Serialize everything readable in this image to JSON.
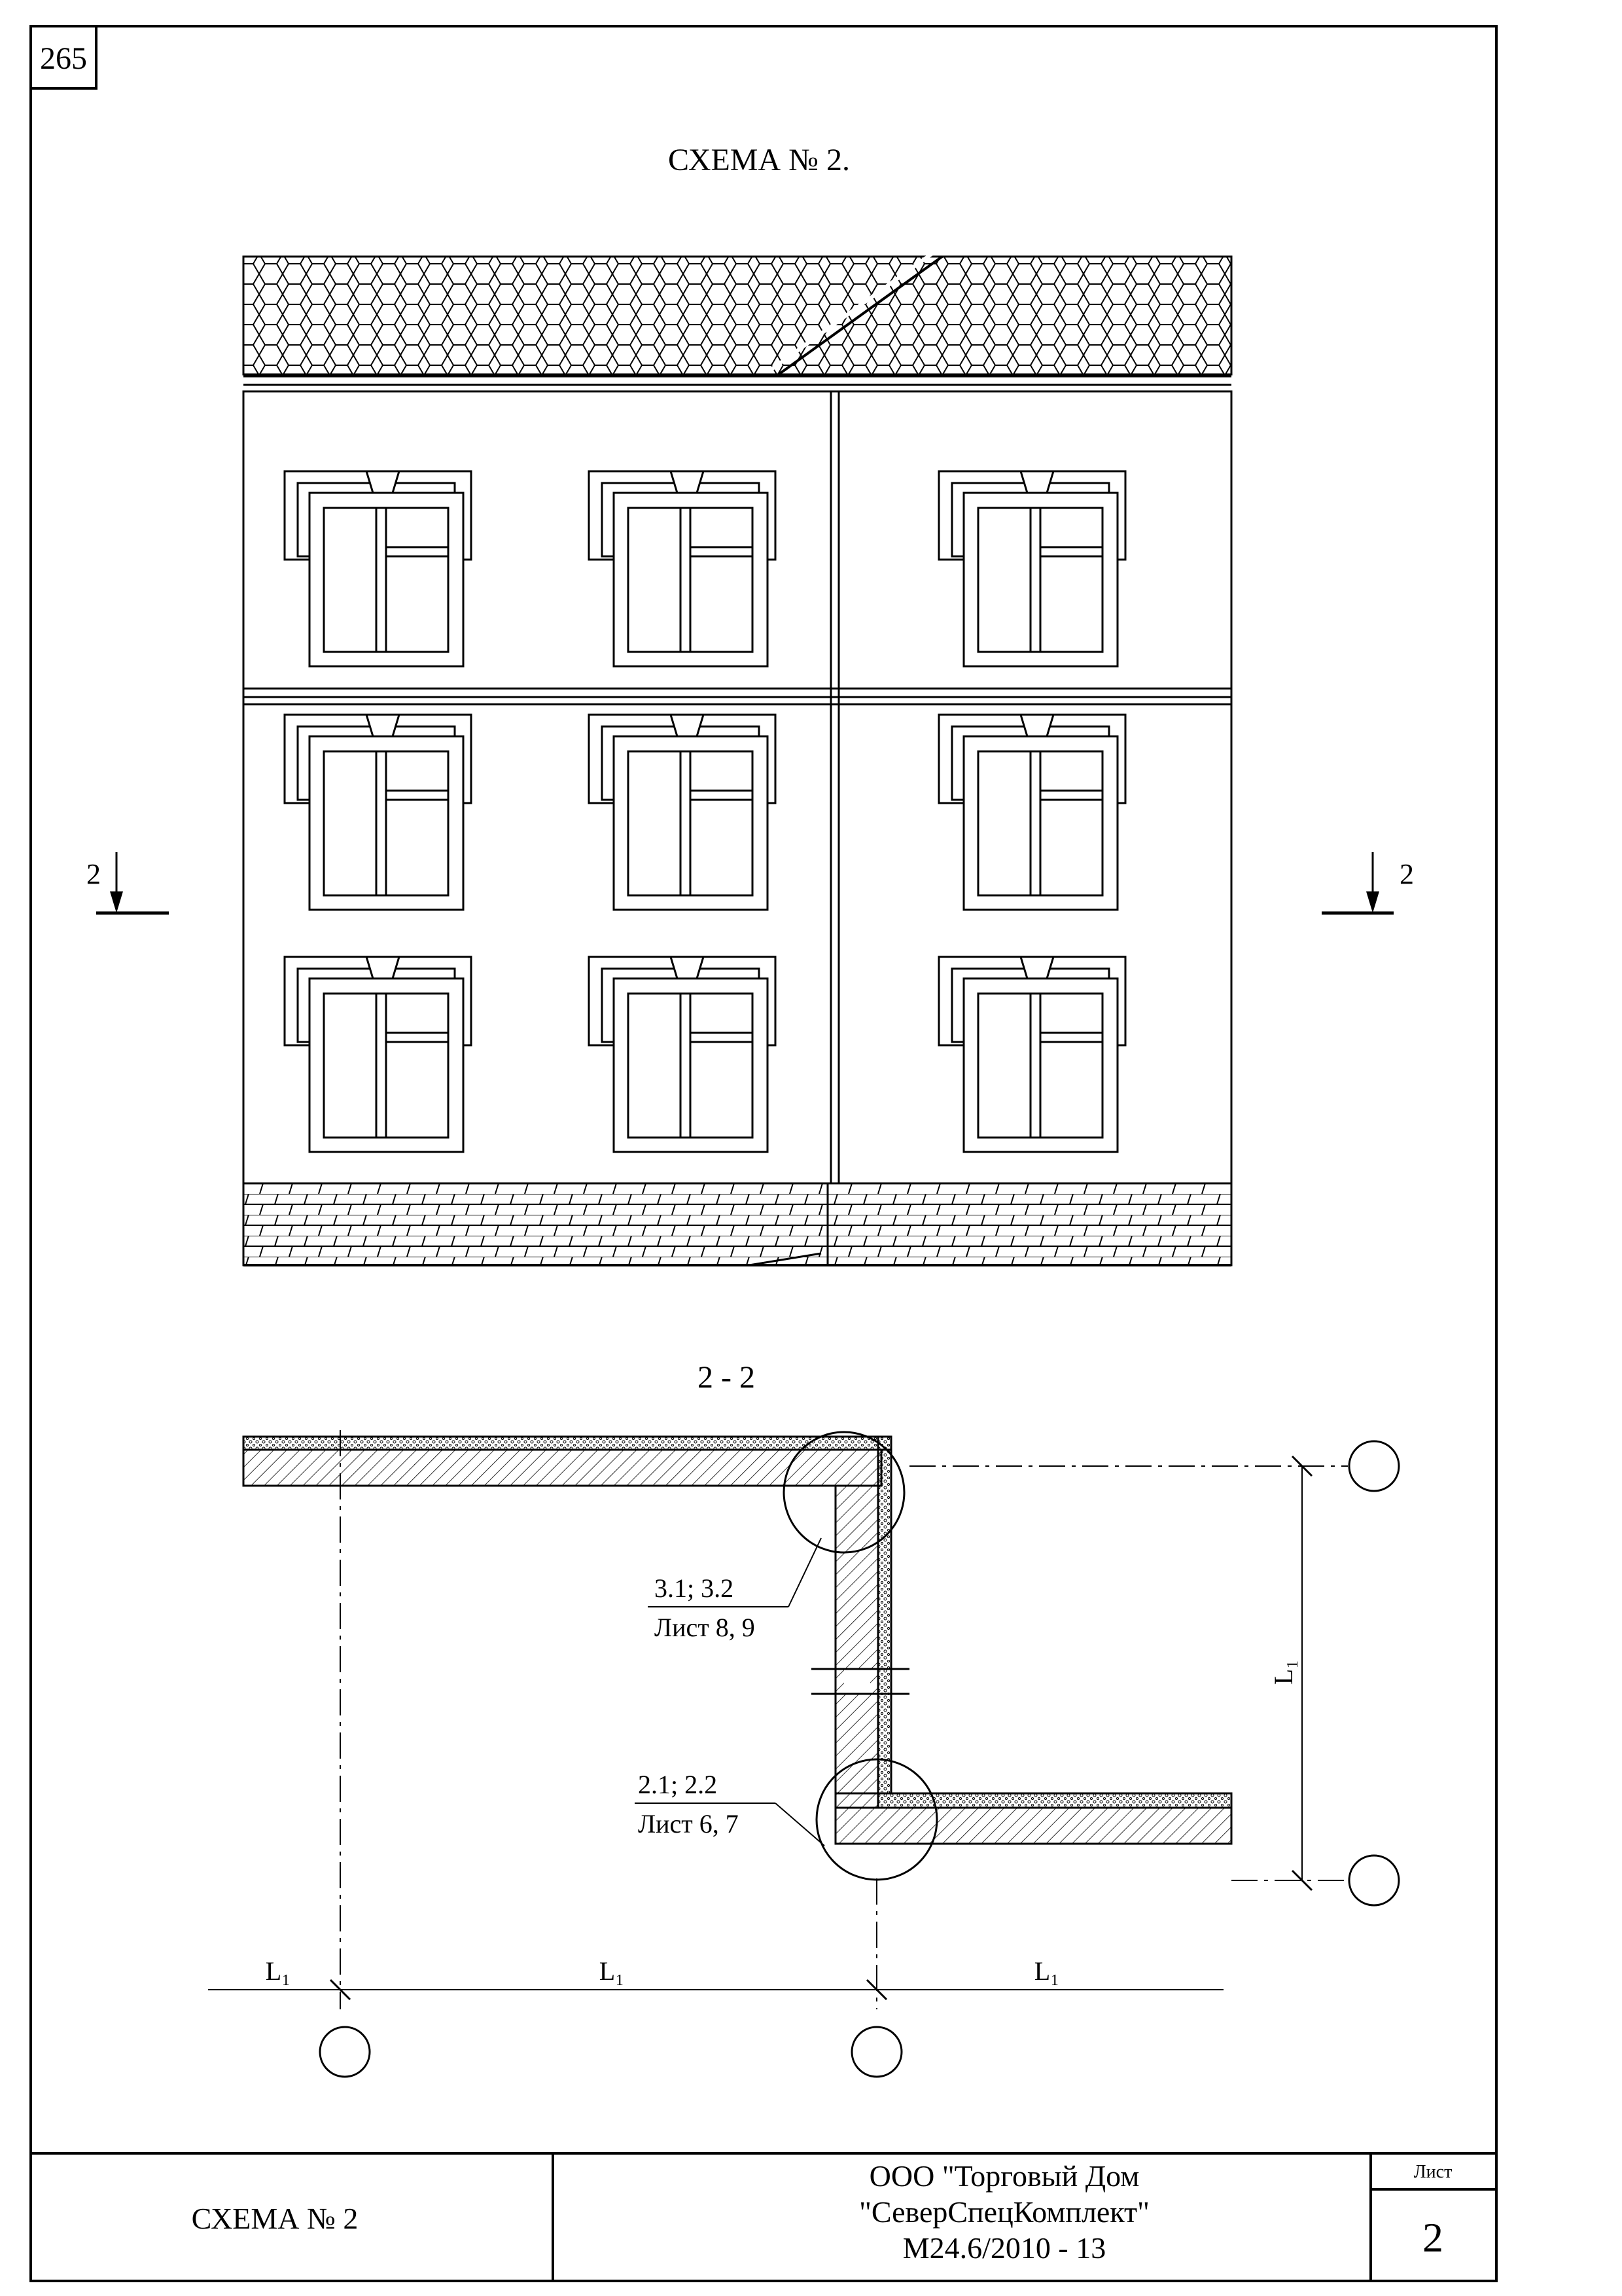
{
  "sheet_number": "265",
  "title": "СХЕМА № 2.",
  "section_marker": {
    "left_label": "2",
    "right_label": "2"
  },
  "section_title": "2 - 2",
  "callouts": {
    "upper": {
      "refs": "3.1; 3.2",
      "sheet": "Лист 8, 9"
    },
    "lower": {
      "refs": "2.1; 2.2",
      "sheet": "Лист 6, 7"
    }
  },
  "dimensions": {
    "vertical": "L₁",
    "bottom_left": "L₁",
    "bottom_middle": "L₁",
    "bottom_right": "L₁"
  },
  "title_block": {
    "drawing_name": "СХЕМА № 2",
    "company_line1": "ООО \"Торговый Дом",
    "company_line2": "\"СеверСпецКомплект\"",
    "document_code": "М24.6/2010 - 13",
    "sheet_label": "Лист",
    "sheet_value": "2"
  }
}
